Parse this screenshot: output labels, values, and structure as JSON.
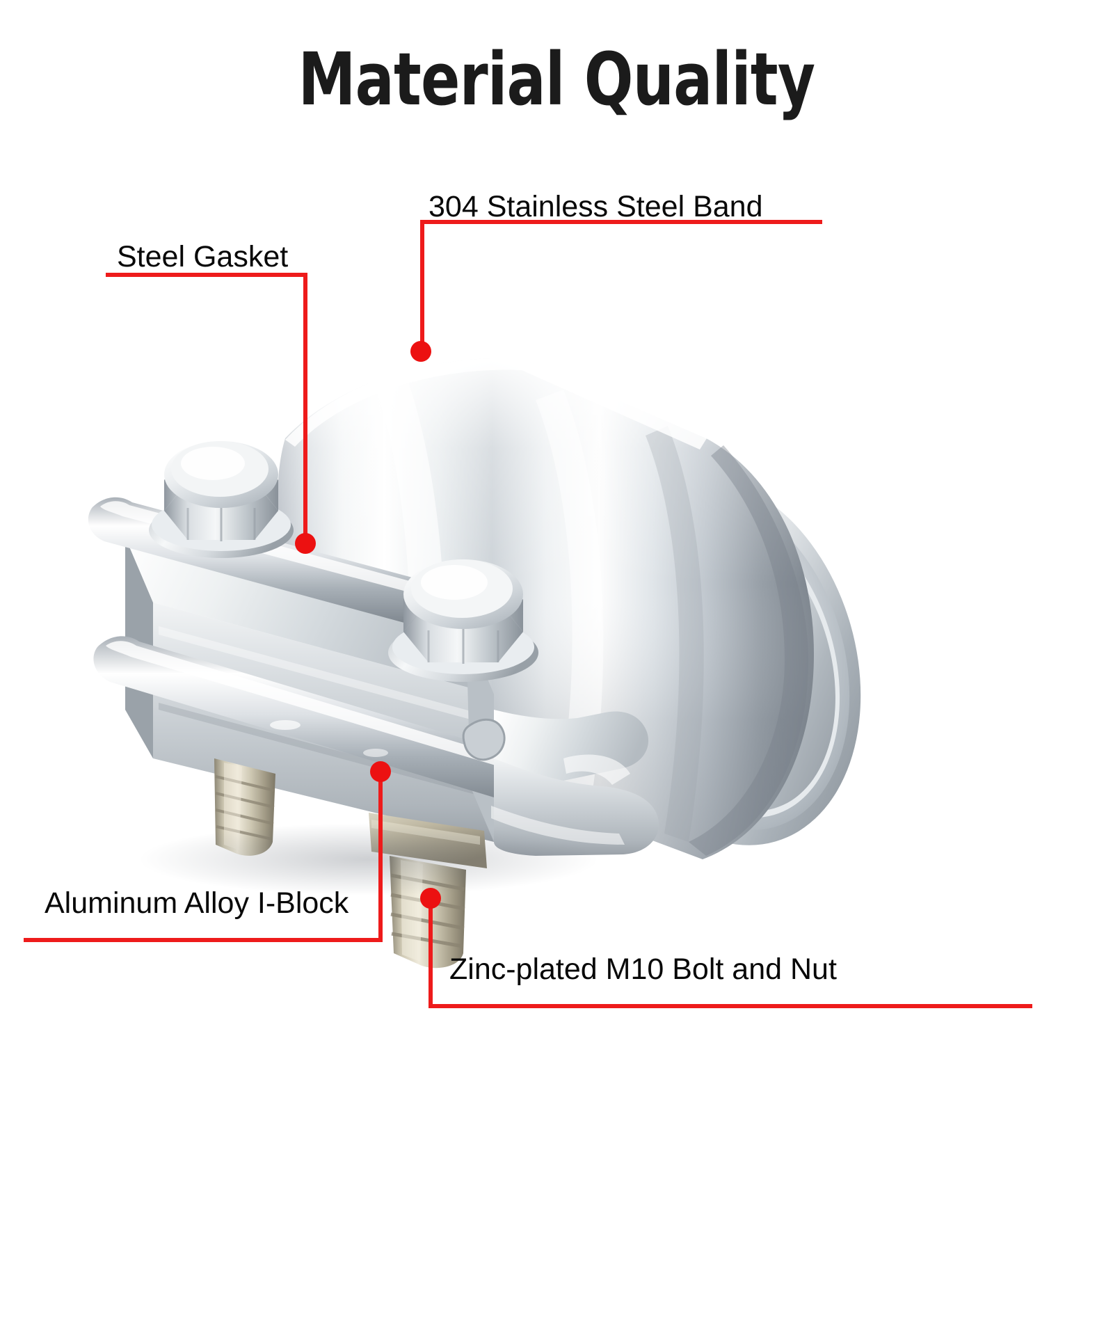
{
  "page": {
    "title": "Material Quality",
    "background_color": "#ffffff",
    "accent_color": "#ee1b1b",
    "text_color": "#080808"
  },
  "product": {
    "name": "stainless-steel-exhaust-band-clamp",
    "description": "Chrome polished 304 stainless steel sleeve band clamp with aluminum alloy I-block, two hex flange nuts on top and zinc-plated M10 bolts below",
    "finish_colors": {
      "chrome_highlight": "#ffffff",
      "chrome_midtone": "#c9ced3",
      "chrome_shadow": "#7d848c",
      "chrome_dark": "#565d66",
      "zinc_bolt": "#bdb49a",
      "zinc_bolt_shadow": "#8d846d"
    }
  },
  "callouts": [
    {
      "id": "band",
      "label": "304 Stainless Steel Band",
      "marker_color": "#ec1111",
      "line_color": "#ee1b1b"
    },
    {
      "id": "gasket",
      "label": "Steel Gasket",
      "marker_color": "#ec1111",
      "line_color": "#ee1b1b"
    },
    {
      "id": "iblock",
      "label": "Aluminum Alloy I-Block",
      "marker_color": "#ec1111",
      "line_color": "#ee1b1b"
    },
    {
      "id": "bolt",
      "label": "Zinc-plated M10 Bolt and Nut",
      "marker_color": "#ec1111",
      "line_color": "#ee1b1b"
    }
  ]
}
